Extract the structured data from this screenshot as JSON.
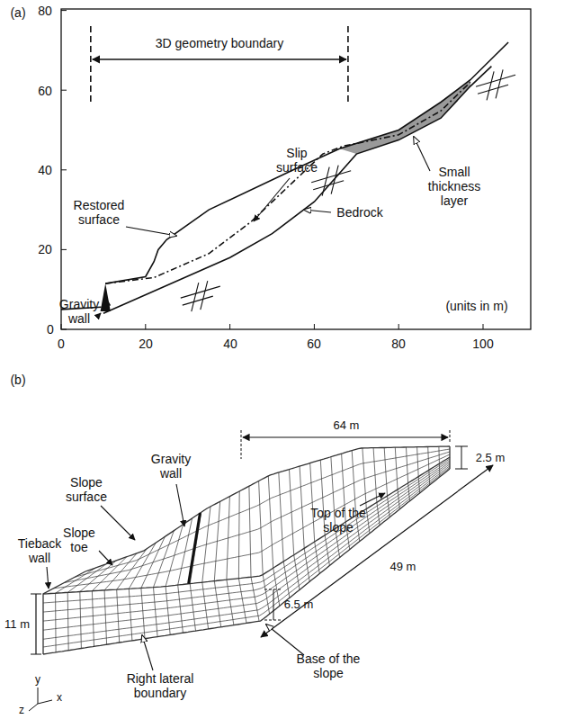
{
  "diagram": {
    "labels": [
      "(a)",
      "80",
      "60",
      "40",
      "20",
      "0",
      "0",
      "20",
      "40",
      "60",
      "80",
      "100",
      "3D geometry boundary",
      "Slip surface",
      "Restored surface",
      "Gravity wall",
      "Bedrock",
      "Small thickness layer",
      "(units in m)",
      "(b)",
      "64 m",
      "2.5 m",
      "49 m",
      "Slope surface",
      "Gravity wall",
      "Top of the slope",
      "Slope toe",
      "Tieback wall",
      "11 m",
      "6.5 m",
      "Right lateral boundary",
      "Base of the slope",
      "y",
      "z",
      "x"
    ]
  }
}
